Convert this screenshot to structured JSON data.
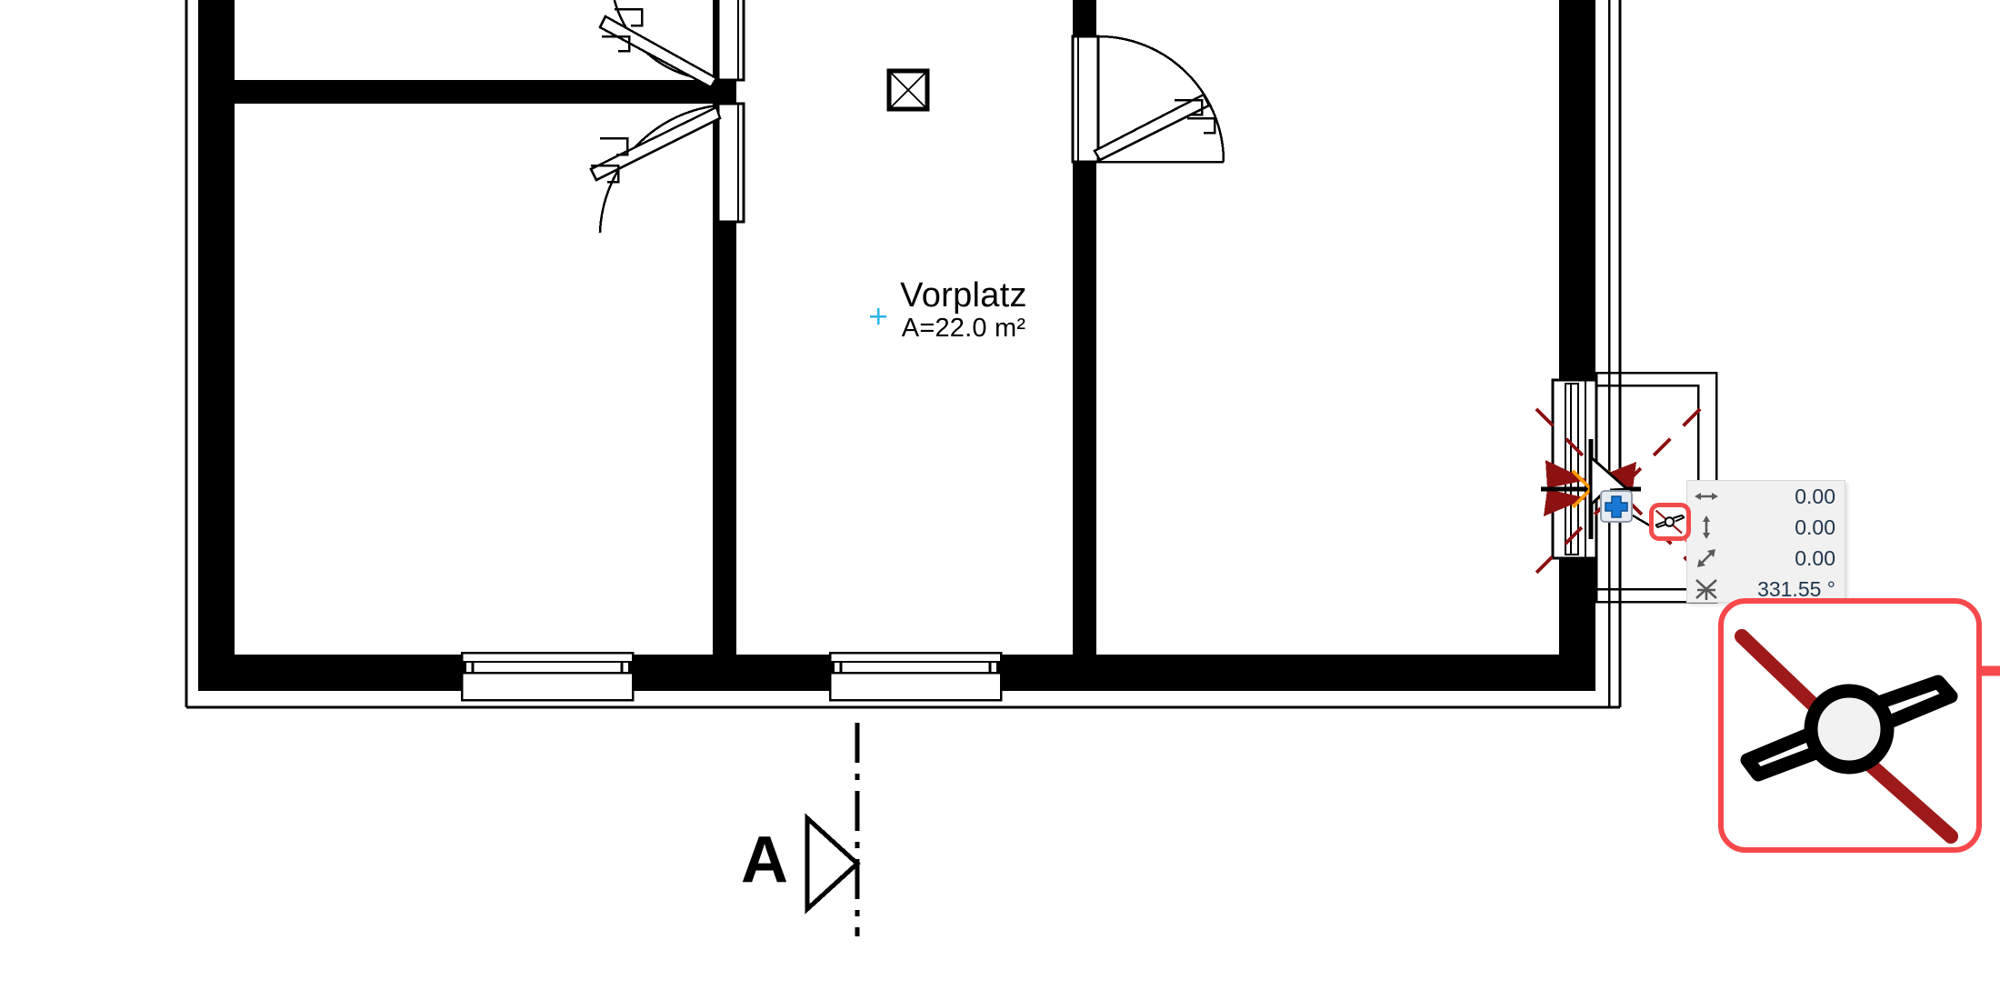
{
  "app": {
    "kind": "cad-floor-plan-editor",
    "background": "#ffffff"
  },
  "plan": {
    "room": {
      "name": "Vorplatz",
      "area_label": "A=22.0 m²",
      "area_value": 22.0,
      "area_unit": "m²"
    },
    "section_marker": {
      "letter": "A",
      "direction_icon": "triangle-right-icon",
      "line_style": "dash-dot"
    },
    "symbols": {
      "shaft": "square-with-cross-icon"
    },
    "doors": [
      {
        "id": "door-top-left-upper",
        "swing": "left-down"
      },
      {
        "id": "door-top-left-lower",
        "swing": "left-up"
      },
      {
        "id": "door-right-interior",
        "swing": "right-down"
      }
    ],
    "windows": [
      {
        "id": "window-bottom-left"
      },
      {
        "id": "window-bottom-right"
      },
      {
        "id": "window-right-wall"
      }
    ],
    "colors": {
      "wall_fill": "#000000",
      "line": "#000000",
      "snap_guide": "#8c1212",
      "snap_center": "#ff9900",
      "highlight": "#f7484b",
      "crosshair_accent": "#29b4e8"
    }
  },
  "snap": {
    "mode_icon": "intersection-snap-icon",
    "mode_label": "Intersection snap",
    "cursor_icon": "arrow-cursor-with-plus-icon",
    "highlight_color": "#f7484b",
    "guide_color": "#8c1212",
    "center_color": "#ff9900"
  },
  "measure_panel": {
    "rows": [
      {
        "icon": "horizontal-distance-icon",
        "value": "0.00"
      },
      {
        "icon": "vertical-distance-icon",
        "value": "0.00"
      },
      {
        "icon": "diagonal-distance-icon",
        "value": "0.00"
      },
      {
        "icon": "angle-icon",
        "value": "331.55 °"
      }
    ]
  },
  "callout": {
    "icon": "intersection-snap-icon",
    "label": "Intersection snap magnified",
    "border_color": "#f7484b"
  }
}
